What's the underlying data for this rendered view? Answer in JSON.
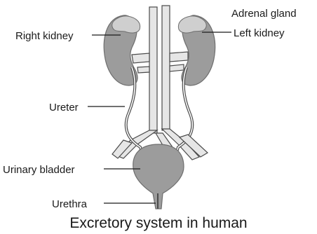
{
  "labels": {
    "adrenal_gland": "Adrenal gland",
    "right_kidney": "Right kidney",
    "left_kidney": "Left kidney",
    "ureter": "Ureter",
    "urinary_bladder": "Urinary bladder",
    "urethra": "Urethra"
  },
  "caption": "Excretory system in human",
  "colors": {
    "organ_fill": "#9c9c9c",
    "organ_dark": "#6e6e6e",
    "adrenal_fill": "#cfcfcf",
    "vessel_fill": "#e6e6e6",
    "outline": "#4a4a4a",
    "text": "#1a1a1a"
  }
}
